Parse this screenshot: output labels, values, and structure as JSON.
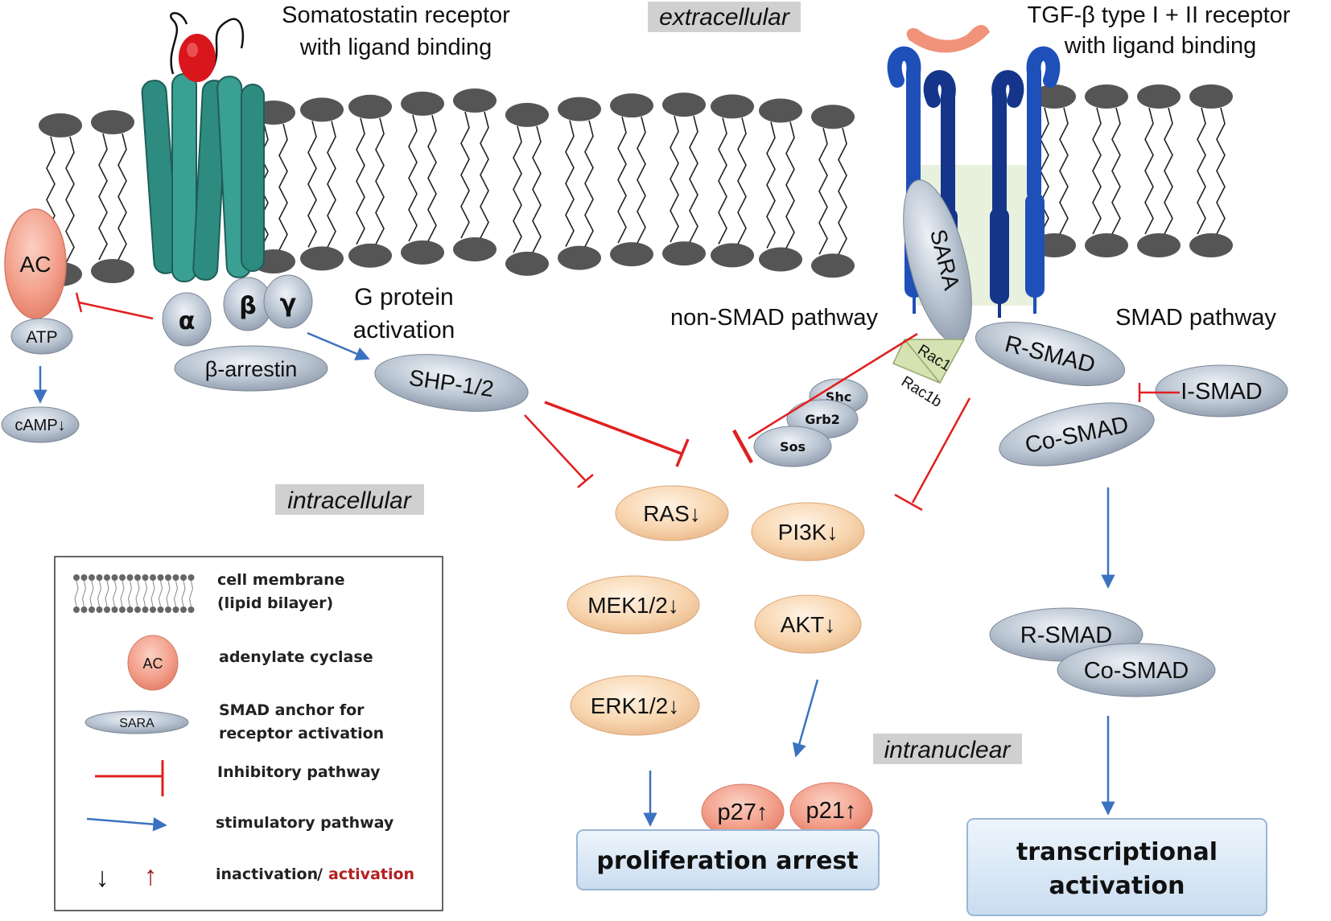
{
  "labels": {
    "somatostatin_line1": "Somatostatin receptor",
    "somatostatin_line2": "with ligand binding",
    "extracellular": "extracellular",
    "tgf_line1": "TGF-β type I + II receptor",
    "tgf_line2": "with ligand binding",
    "intracellular": "intracellular",
    "intranuclear": "intranuclear",
    "g_protein_line1": "G protein",
    "g_protein_line2": "activation",
    "non_smad": "non-SMAD pathway",
    "smad_pathway": "SMAD pathway"
  },
  "nodes": {
    "ac": "AC",
    "atp": "ATP",
    "camp": "cAMP↓",
    "alpha": "α",
    "beta": "β",
    "gamma": "γ",
    "beta_arrestin": "β-arrestin",
    "shp": "SHP-1/2",
    "sara": "SARA",
    "rac1": "Rac1",
    "rac1b": "Rac1b",
    "shc": "Shc",
    "grb2": "Grb2",
    "sos": "Sos",
    "r_smad": "R-SMAD",
    "i_smad": "I-SMAD",
    "co_smad": "Co-SMAD",
    "ras": "RAS↓",
    "pi3k": "PI3K↓",
    "mek": "MEK1/2↓",
    "akt": "AKT↓",
    "erk": "ERK1/2↓",
    "p27": "p27↑",
    "p21": "p21↑",
    "r_smad_complex": "R-SMAD",
    "co_smad_complex": "Co-SMAD"
  },
  "outcomes": {
    "proliferation": "proliferation arrest",
    "transcription_line1": "transcriptional",
    "transcription_line2": "activation"
  },
  "legend": {
    "membrane_line1": "cell membrane",
    "membrane_line2": "(lipid bilayer)",
    "ac_symbol": "AC",
    "ac_desc": "adenylate cyclase",
    "sara_symbol": "SARA",
    "sara_line1": "SMAD anchor for",
    "sara_line2": "receptor activation",
    "inhibitory": "Inhibitory pathway",
    "stimulatory": "stimulatory pathway",
    "down_arrow": "↓",
    "up_arrow": "↑",
    "inactivation": "inactivation",
    "slash": "/",
    "activation": "activation"
  },
  "colors": {
    "inhibitory": "#e02020",
    "stimulatory": "#3b72c0",
    "grey_node": "#b9c4d2",
    "orange_node": "#f7d8b4",
    "red_node": "#f3a08c",
    "receptor_teal": "#2e8b80",
    "receptor_blue": "#1f4fb8",
    "ligand_red": "#d9161b",
    "ligand_salmon": "#f0937a",
    "rac_green": "#d5e3b2",
    "outcome_box": "#d8e8f6"
  }
}
